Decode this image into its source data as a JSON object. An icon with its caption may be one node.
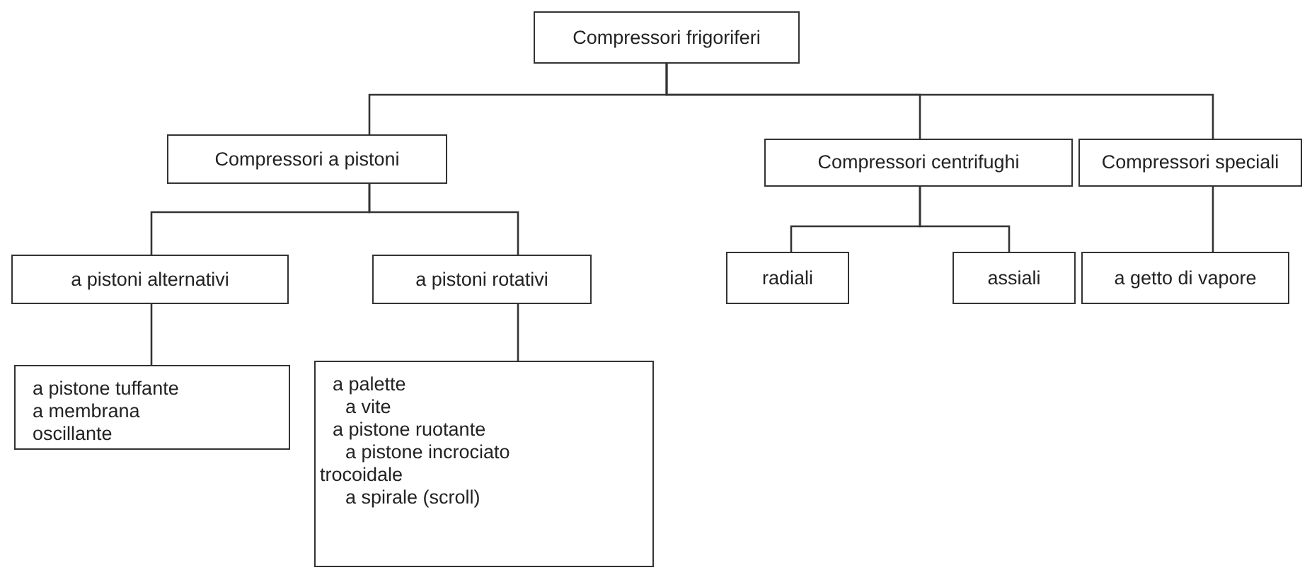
{
  "diagram": {
    "nodes": [
      {
        "text": [
          "Compressori frigoriferi"
        ]
      },
      {
        "text": [
          "Compressori a pistoni"
        ]
      },
      {
        "text": [
          "Compressori centrifughi"
        ]
      },
      {
        "text": [
          "Compressori speciali"
        ]
      },
      {
        "text": [
          "a pistoni alternativi"
        ]
      },
      {
        "text": [
          "a pistoni rotativi"
        ]
      },
      {
        "text": [
          "radiali"
        ]
      },
      {
        "text": [
          "assiali"
        ]
      },
      {
        "text": [
          "a getto di vapore"
        ]
      },
      {
        "text": [
          "a pistone tuffante",
          "a membrana",
          "oscillante"
        ]
      },
      {
        "text": [
          "a palette",
          "a vite",
          "a pistone ruotante",
          "a pistone incrociato",
          "trocoidale",
          "a spirale (scroll)"
        ]
      }
    ],
    "edges": [
      {
        "from": 0,
        "to": 1,
        "arrow": "none"
      },
      {
        "from": 0,
        "to": 2,
        "arrow": "none"
      },
      {
        "from": 0,
        "to": 3,
        "arrow": "none"
      },
      {
        "from": 1,
        "to": 4,
        "arrow": "none"
      },
      {
        "from": 1,
        "to": 5,
        "arrow": "none"
      },
      {
        "from": 2,
        "to": 6,
        "arrow": "none"
      },
      {
        "from": 2,
        "to": 7,
        "arrow": "none"
      },
      {
        "from": 3,
        "to": 8,
        "arrow": "none"
      },
      {
        "from": 4,
        "to": 9,
        "arrow": "none"
      },
      {
        "from": 5,
        "to": 10,
        "arrow": "none"
      }
    ]
  }
}
